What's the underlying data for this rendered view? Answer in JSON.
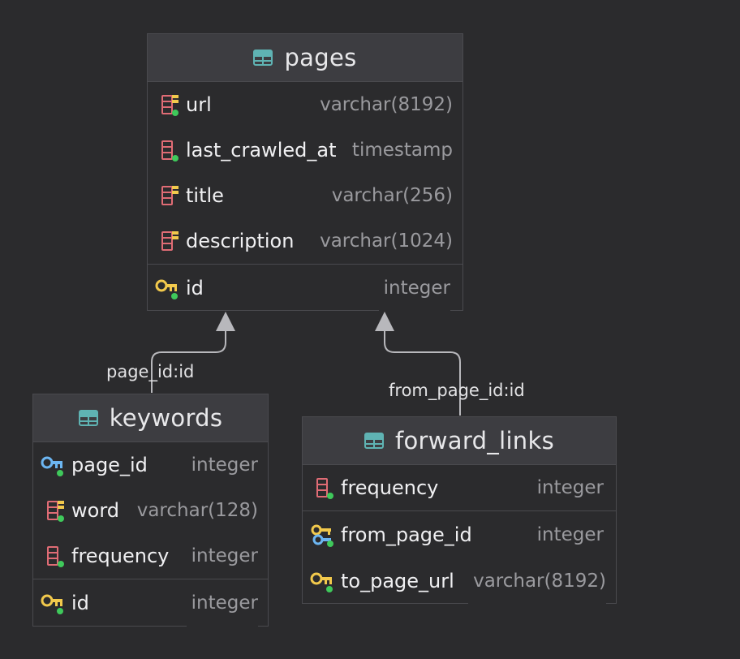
{
  "tables": {
    "pages": {
      "name": "pages",
      "columns": [
        {
          "name": "url",
          "type": "varchar(8192)",
          "icon": "column-index-icon"
        },
        {
          "name": "last_crawled_at",
          "type": "timestamp",
          "icon": "column-icon"
        },
        {
          "name": "title",
          "type": "varchar(256)",
          "icon": "column-index-icon"
        },
        {
          "name": "description",
          "type": "varchar(1024)",
          "icon": "column-index-icon"
        }
      ],
      "keys": [
        {
          "name": "id",
          "type": "integer",
          "icon": "primary-key-icon"
        }
      ]
    },
    "keywords": {
      "name": "keywords",
      "columns": [
        {
          "name": "page_id",
          "type": "integer",
          "icon": "foreign-key-icon"
        },
        {
          "name": "word",
          "type": "varchar(128)",
          "icon": "column-index-icon"
        },
        {
          "name": "frequency",
          "type": "integer",
          "icon": "column-icon"
        }
      ],
      "keys": [
        {
          "name": "id",
          "type": "integer",
          "icon": "primary-key-icon"
        }
      ]
    },
    "forward_links": {
      "name": "forward_links",
      "columns": [
        {
          "name": "frequency",
          "type": "integer",
          "icon": "column-icon"
        }
      ],
      "keys": [
        {
          "name": "from_page_id",
          "type": "integer",
          "icon": "primary-foreign-key-icon"
        },
        {
          "name": "to_page_url",
          "type": "varchar(8192)",
          "icon": "primary-key-icon"
        }
      ]
    }
  },
  "relations": [
    {
      "label": "page_id:id",
      "from": "keywords",
      "to": "pages"
    },
    {
      "label": "from_page_id:id",
      "from": "forward_links",
      "to": "pages"
    }
  ],
  "colors": {
    "background": "#2b2b2d",
    "header": "#3d3d41",
    "table_icon": "#5fb3b3",
    "column_icon": "#e06c75",
    "key_gold": "#f2c94c",
    "key_blue": "#6cb6f2",
    "not_null_dot": "#3fc95b",
    "edge": "#b8b8bc"
  }
}
